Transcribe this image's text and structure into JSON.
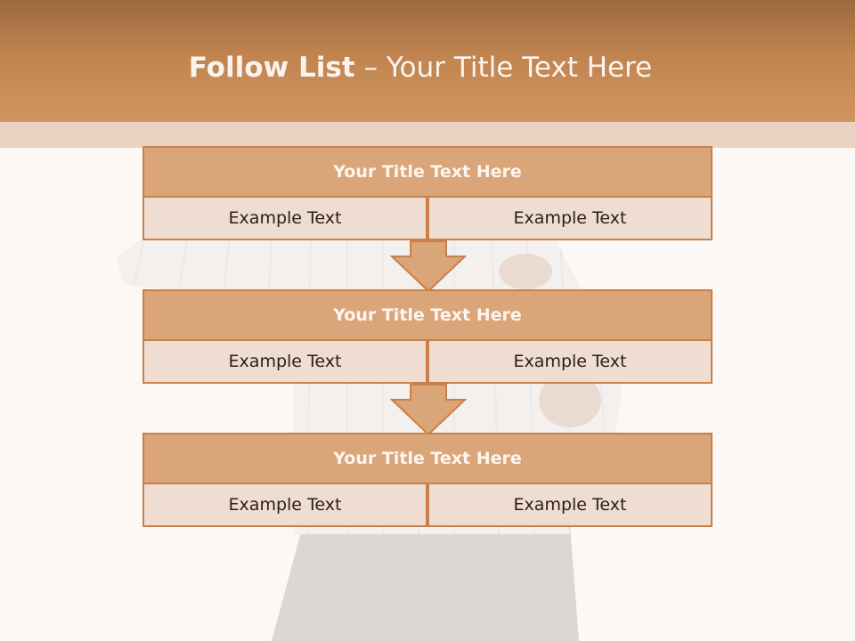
{
  "slide": {
    "title_bold": "Follow List",
    "title_rest": " – Your Title Text Here"
  },
  "blocks": [
    {
      "title": "Your Title Text Here",
      "left_text": "Example Text",
      "right_text": "Example Text"
    },
    {
      "title": "Your Title Text Here",
      "left_text": "Example Text",
      "right_text": "Example Text"
    },
    {
      "title": "Your Title Text Here",
      "left_text": "Example Text",
      "right_text": "Example Text"
    }
  ],
  "colors": {
    "header": "#c0844f",
    "block_header": "#dba57a",
    "block_cell": "#f0ddd1",
    "border": "#c9804a"
  }
}
